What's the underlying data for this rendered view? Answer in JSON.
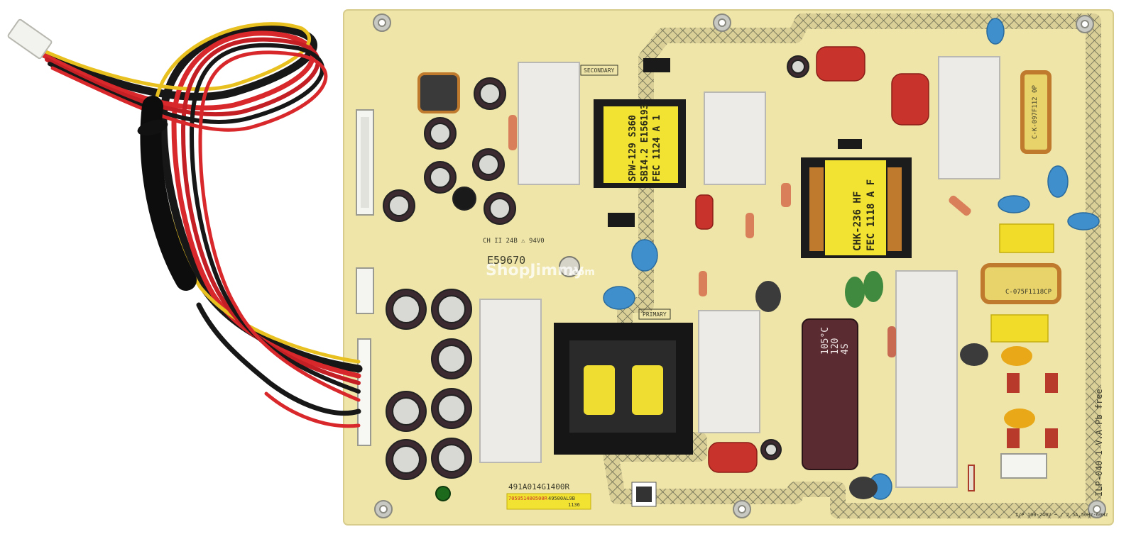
{
  "board": {
    "silkscreen": {
      "secondary": "SECONDARY",
      "primary": "PRIMARY",
      "ul_mark": "E59670",
      "ul_rating": "CH II 24B ⚠ 94V0",
      "part_number": "491A014G1400R",
      "model_vertical": "ILP-040 1 V.A  Pb free",
      "input_rating": "I/P 100-240V ~ / 2.5A,50Hz-60Hz"
    },
    "transformers": {
      "t1": [
        "SPW-129 S360",
        "SBI4.2 E156193",
        "FEC 1124 A 1"
      ],
      "t2": [
        "CHK-236 HF",
        "FEC 1118 A F"
      ],
      "choke_right": "C-K-097F112 0P",
      "choke_mid": "C-075F1118CP"
    },
    "capacitor_main": [
      "105°C",
      "120",
      "4S"
    ],
    "barcode_sticker": [
      "705951400500R",
      "49500AL9B",
      "1136"
    ],
    "watermark": "ShopJimmy",
    "watermark_suffix": ".com"
  },
  "colors": {
    "pcb": "#efe5a8",
    "pcb_shade": "#e6d998",
    "heatsink": "#ecebe8",
    "cap_body": "#3b2a30",
    "cap_sleeve_main": "#5a2c32",
    "film_cap": "#c8332b",
    "y_cap": "#3f8fcc",
    "yellow_tape": "#f2e232",
    "copper": "#c07a2e",
    "wire_red": "#d8282b",
    "wire_black": "#171717",
    "wire_yellow": "#e8c020"
  }
}
